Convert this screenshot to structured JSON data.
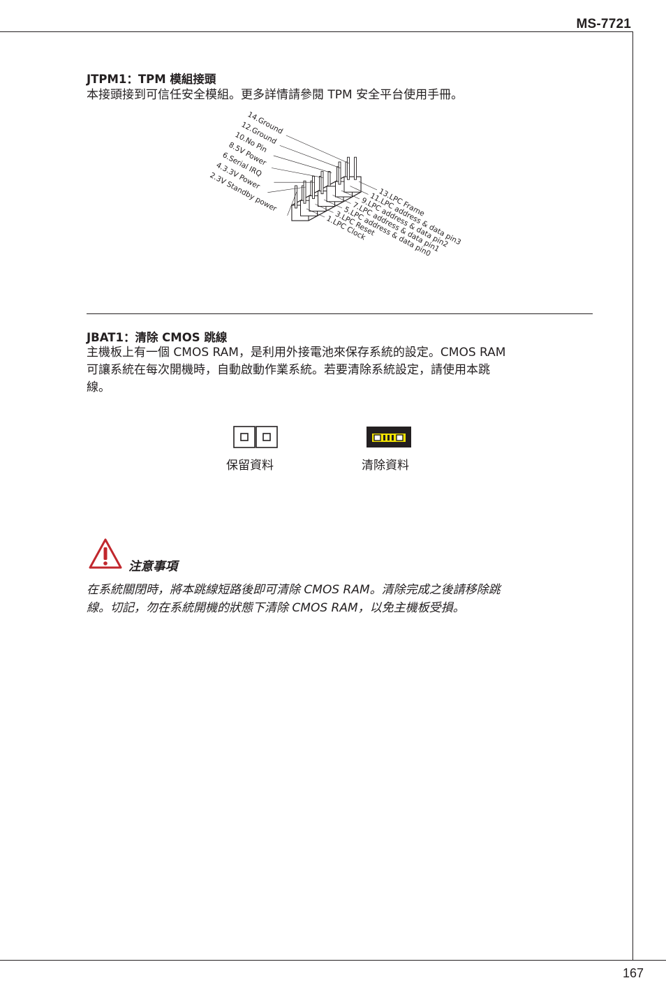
{
  "header": {
    "model": "MS-7721"
  },
  "sections": {
    "tpm": {
      "heading": "JTPM1：TPM 模組接頭",
      "body": "本接頭接到可信任安全模組。更多詳情請參閱 TPM 安全平台使用手冊。",
      "pins_left": [
        "14.Ground",
        "12.Ground",
        "10.No Pin",
        "8.5V Power",
        "6.Serial IRQ",
        "4.3.3V Power",
        "2.3V Standby power"
      ],
      "pins_right": [
        "13.LPC Frame",
        "11.LPC address & data pin3",
        "9.LPC address & data pin2",
        "7.LPC address & data pin1",
        "5.LPC address & data pin0",
        "3.LPC Reset",
        "1.LPC Clock"
      ]
    },
    "jbat": {
      "heading": "JBAT1：清除 CMOS 跳線",
      "body_line1": "主機板上有一個 CMOS RAM，是利用外接電池來保存系統的設定。CMOS RAM",
      "body_line2": "可讓系統在每次開機時，自動啟動作業系統。若要清除系統設定，請使用本跳",
      "body_line3": "線。",
      "keep_label": "保留資料",
      "clear_label": "清除資料"
    },
    "caution": {
      "title": "注意事項",
      "line1": "在系統關閉時，將本跳線短路後即可清除 CMOS RAM。清除完成之後請移除跳",
      "line2": "線。切記，勿在系統開機的狀態下清除 CMOS RAM，以免主機板受損。",
      "icon": "warning-triangle-icon",
      "accent": "#c1272d"
    }
  },
  "footer": {
    "page_number": "167"
  }
}
